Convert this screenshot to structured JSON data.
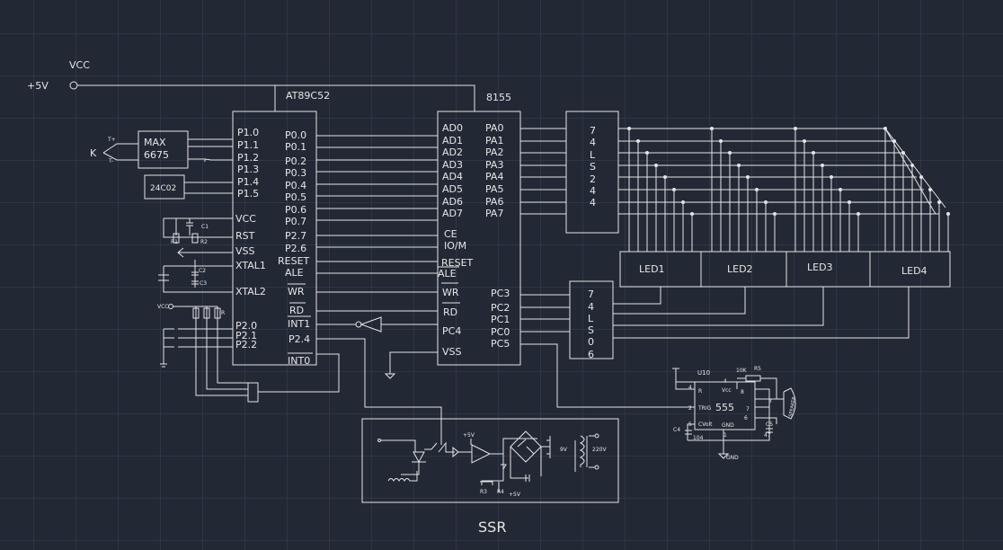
{
  "power": {
    "vcc_label": "VCC",
    "supply": "+5V"
  },
  "mcu": {
    "name": "AT89C52",
    "left_pins": [
      "P1.0",
      "P1.1",
      "P1.2",
      "P1.3",
      "P1.4",
      "P1.5",
      "VCC",
      "RST",
      "VSS",
      "XTAL1",
      "XTAL2",
      "P2.0",
      "P2.1",
      "P2.2"
    ],
    "right_pins": [
      "P0.0",
      "P0.1",
      "P0.2",
      "P0.3",
      "P0.4",
      "P0.5",
      "P0.6",
      "P0.7",
      "P2.7",
      "P2.6",
      "RESET",
      "ALE",
      "WR",
      "RD",
      "INT1",
      "P2.4",
      "INT0"
    ]
  },
  "io_chip": {
    "name": "8155",
    "left_pins": [
      "AD0",
      "AD1",
      "AD2",
      "AD3",
      "AD4",
      "AD5",
      "AD6",
      "AD7",
      "CE",
      "IO/M",
      "RESET",
      "ALE",
      "WR",
      "RD",
      "PC4",
      "VSS"
    ],
    "right_pins": [
      "PA0",
      "PA1",
      "PA2",
      "PA3",
      "PA4",
      "PA5",
      "PA6",
      "PA7",
      "PC3",
      "PC2",
      "PC1",
      "PC0",
      "PC5"
    ]
  },
  "driver_seg": {
    "chars": [
      "7",
      "4",
      "L",
      "S",
      "2",
      "4",
      "4"
    ]
  },
  "driver_digit": {
    "chars": [
      "7",
      "4",
      "L",
      "S",
      "0",
      "6"
    ]
  },
  "leds": [
    "LED1",
    "LED2",
    "LED3",
    "LED4"
  ],
  "sensor": {
    "line1": "MAX",
    "line2": "6675",
    "thermocouple": "K",
    "tplus": "T+",
    "tminus": "T-"
  },
  "eeprom": {
    "name": "24C02"
  },
  "passives": {
    "c1": "C1",
    "c2": "C2",
    "c3": "C3",
    "r1": "R1",
    "r2": "R2",
    "r": "R",
    "vcc": "VCC"
  },
  "timer": {
    "ref": "U10",
    "chip": "555",
    "r_pin": "R",
    "vcc_pin": "Vcc",
    "trig": "TRIG",
    "cvolt": "CVolt",
    "gnd": "GND",
    "r5_val": "10K",
    "r5": "R5",
    "c4": "C4",
    "c4_val": "104",
    "c5": "C5",
    "c5_val": "47",
    "pin4": "4",
    "pin8": "8",
    "pin7": "7",
    "pin6": "6",
    "pin2": "2",
    "pin5": "5",
    "pin1": "1",
    "pin3": "3",
    "ground": "GND",
    "speaker": "SPEAKER"
  },
  "ssr": {
    "title": "SSR",
    "plus5": "+5V",
    "vout": "9V",
    "mains": "220V",
    "r3": "R3",
    "r4": "R4",
    "plus5b": "+5V"
  }
}
